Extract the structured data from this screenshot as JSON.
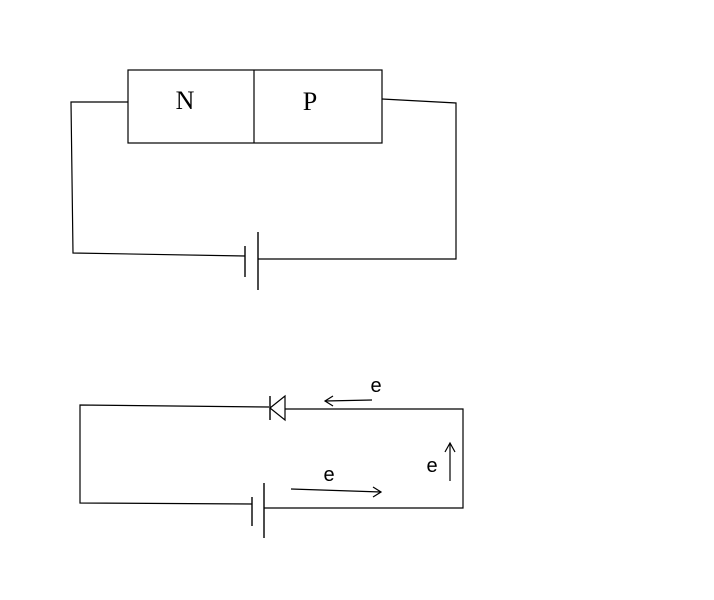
{
  "pn_diagram": {
    "n_label": "N",
    "p_label": "P"
  },
  "diode_circuit": {
    "electron_top": "e",
    "electron_right": "e",
    "electron_bottom": "e"
  }
}
